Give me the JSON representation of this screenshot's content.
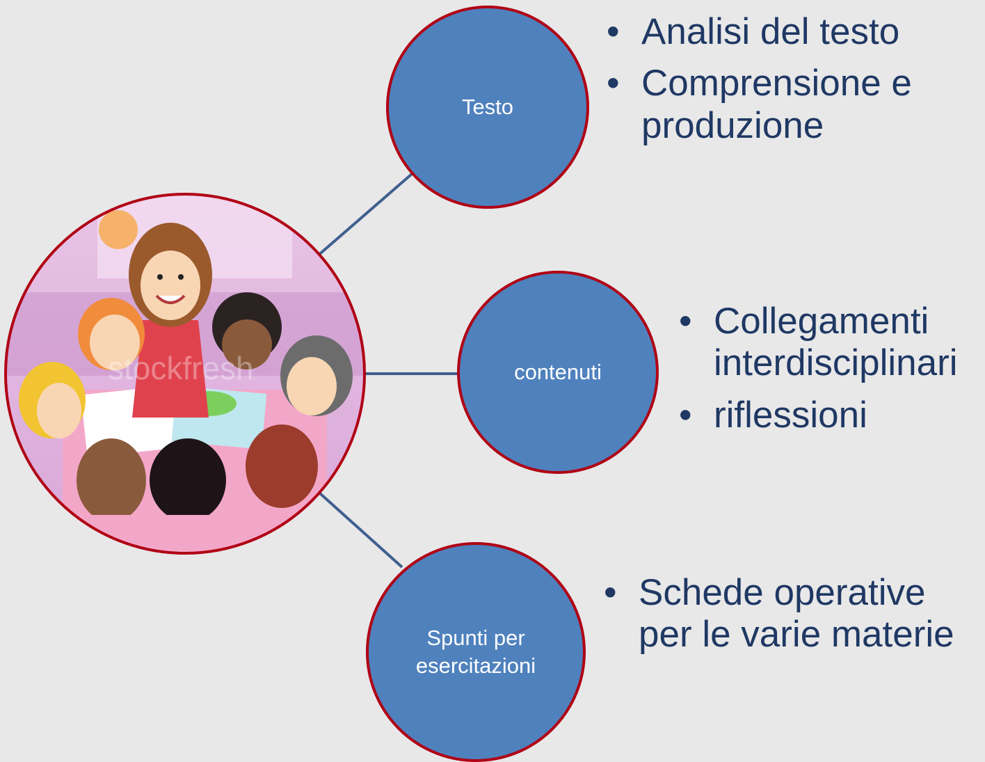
{
  "colors": {
    "background": "#e8e8e8",
    "node_fill": "#4f81bd",
    "node_border": "#b00014",
    "connector": "#3f5f8f",
    "bullet_text": "#1f3864"
  },
  "center_image": {
    "description_icon": "classroom-illustration",
    "watermark": "stockfresh"
  },
  "nodes": {
    "testo": {
      "label": "Testo",
      "bullets": [
        "Analisi del testo",
        "Comprensione e produzione"
      ]
    },
    "contenuti": {
      "label": "contenuti",
      "bullets": [
        "Collegamenti interdisciplinari",
        "riflessioni"
      ]
    },
    "spunti": {
      "label": "Spunti per\nesercitazioni",
      "bullets": [
        "Schede operative per le varie materie"
      ]
    }
  }
}
